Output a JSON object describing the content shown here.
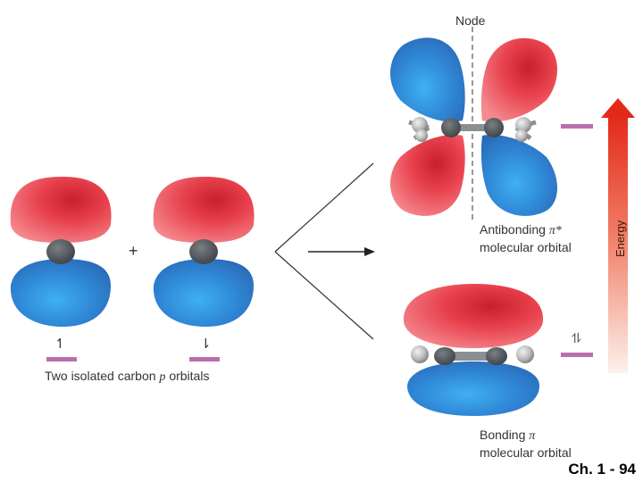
{
  "labels": {
    "node": "Node",
    "isolated": "Two isolated carbon",
    "isolated_p": "p",
    "isolated_end": "orbitals",
    "antibonding_line1": "Antibonding",
    "antibonding_symbol": "π*",
    "antibonding_line2": "molecular orbital",
    "bonding_line1": "Bonding",
    "bonding_symbol": "π",
    "bonding_line2": "molecular orbital",
    "energy": "Energy",
    "plus": "+",
    "footer": "Ch. 1 - 94"
  },
  "spins": {
    "left_atom": "↿",
    "right_atom": "⇂",
    "bonding_pair": "⥮"
  },
  "colors": {
    "positive_lobe": "#e8424e",
    "negative_lobe": "#2f88d6",
    "energy_level": "#b96fae",
    "energy_arrow_top": "#e32a1a",
    "energy_arrow_bottom": "#fbe4dc"
  }
}
